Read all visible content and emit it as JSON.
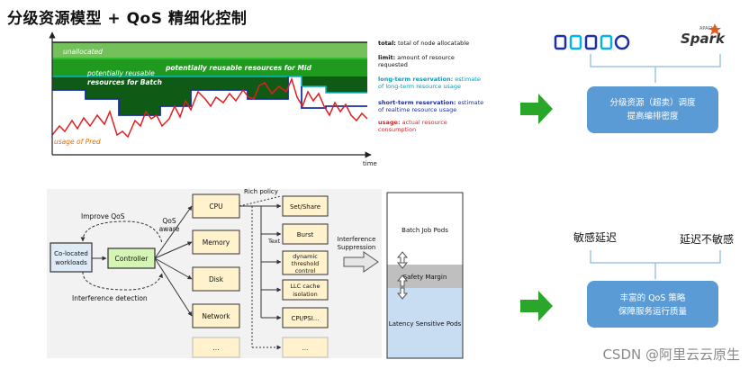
{
  "title": "分级资源模型 + QoS 精细化控制",
  "watermark": "CSDN @阿里云云原生",
  "colors": {
    "green_light": "#74c05a",
    "green_mid": "#1f9a1f",
    "green_dark": "#0f5b15",
    "usage_red": "#e01f1f",
    "arrow_green": "#2aa62a",
    "card_blue": "#5b9bd5",
    "flow_yellow": "#fff2cc",
    "flow_green": "#d4f5b4"
  },
  "resource_model": {
    "region_unallocated": "unallocated",
    "region_mid": "potentially reusable resources for Mid",
    "region_batch_1": "potentially reusable",
    "region_batch_2": "resources for Batch",
    "usage_label": "usage of Pred",
    "axis_time": "time",
    "legend": [
      {
        "key": "total:",
        "text": " total of node allocatable",
        "color": "#111111"
      },
      {
        "key": "limit:",
        "text": " amount of resource",
        "text2": "requested",
        "color": "#111111"
      },
      {
        "key": "long-term reservation:",
        "text": " estimate",
        "text2": "of long-term resource usage",
        "color": "#00a0b8"
      },
      {
        "key": "short-term reservation:",
        "text": " estimate",
        "text2": "of realtime resource usage",
        "color": "#1a2fa8"
      },
      {
        "key": "usage:",
        "text": " actual resource",
        "text2": "consumption",
        "color": "#e01f1f"
      }
    ]
  },
  "logos": {
    "dubbo": "DUBBO",
    "spark_small": "APACHE",
    "spark": "Spark"
  },
  "card_top": {
    "line1": "分级资源（超卖）调度",
    "line2": "提高编排密度"
  },
  "card_bottom": {
    "label_left": "敏感延迟",
    "label_right": "延迟不敏感",
    "line1": "丰富的 QoS 策略",
    "line2": "保障服务运行质量"
  },
  "flow": {
    "improve_qos": "Improve QoS",
    "interference_detection": "Interference detection",
    "colocated_1": "Co-located",
    "colocated_2": "workloads",
    "controller": "Controller",
    "qos_aware_1": "QoS",
    "qos_aware_2": "aware",
    "rich_policy": "Rich policy",
    "text_label": "Text",
    "resources": [
      "CPU",
      "Memory",
      "Disk",
      "Network",
      "..."
    ],
    "policies": [
      {
        "l1": "Set/Share"
      },
      {
        "l1": "Burst"
      },
      {
        "l1": "dynamic",
        "l2": "threshold",
        "l3": "control"
      },
      {
        "l1": "LLC cache",
        "l2": "isolation"
      },
      {
        "l1": "CPI/PSI..."
      },
      {
        "l1": "..."
      }
    ],
    "interference_1": "Interference",
    "interference_2": "Suppression",
    "batch_pods": "Batch Job Pods",
    "safety_margin": "Safety Margin",
    "latency_pods": "Latency Sensitive Pods"
  }
}
